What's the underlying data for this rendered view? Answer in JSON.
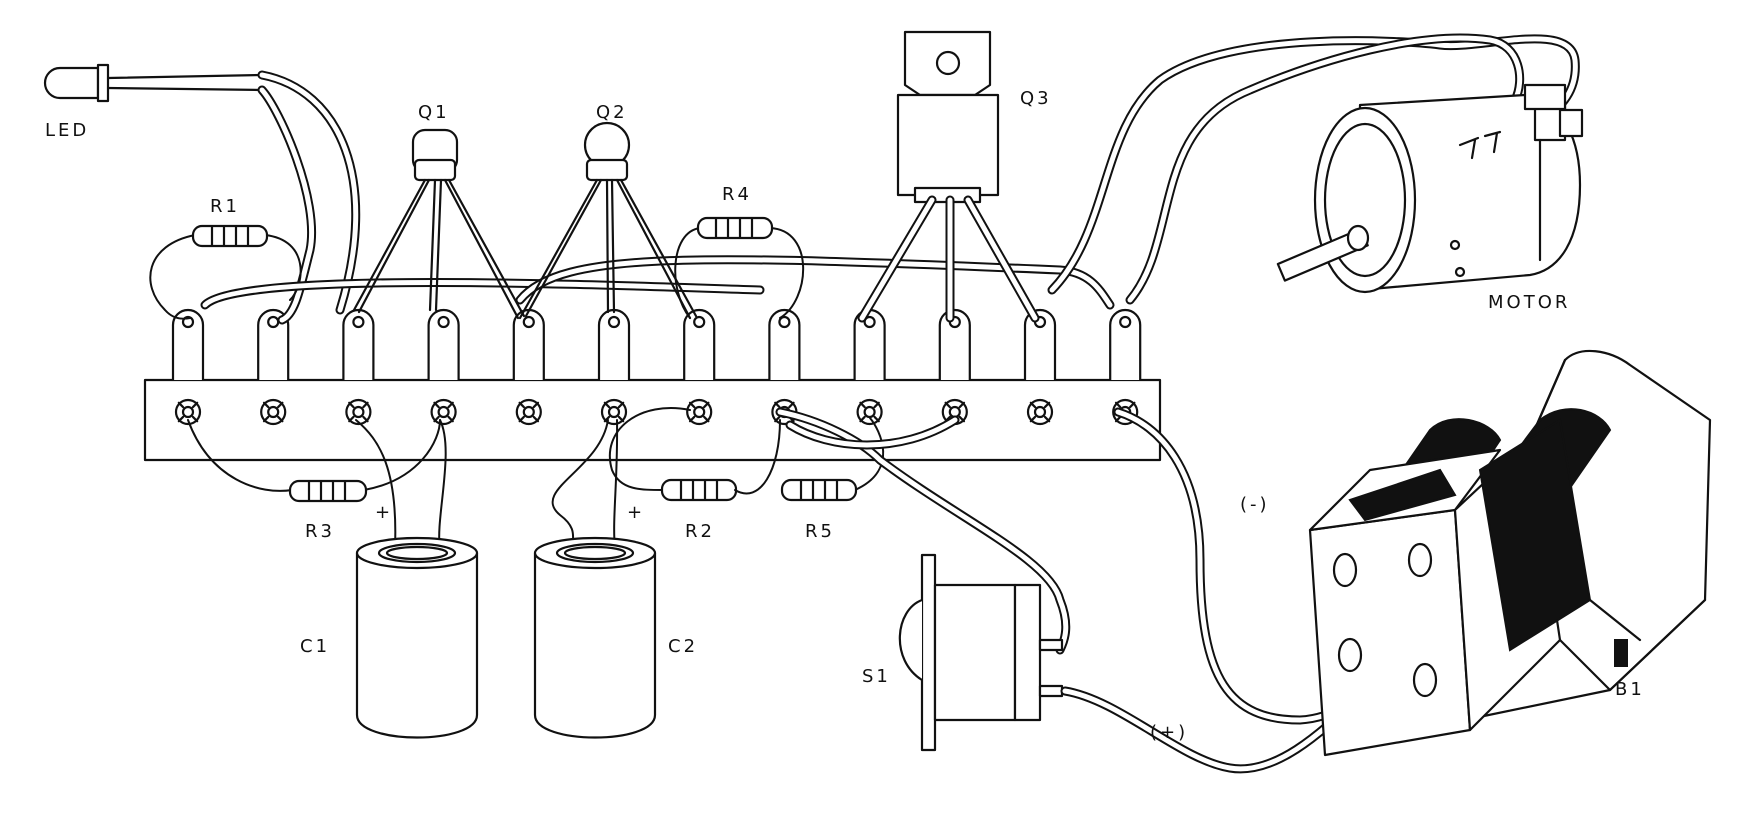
{
  "diagram": {
    "labels": {
      "led": "LED",
      "q1": "Q1",
      "q2": "Q2",
      "q3": "Q3",
      "r1": "R1",
      "r2": "R2",
      "r3": "R3",
      "r4": "R4",
      "r5": "R5",
      "c1": "C1",
      "c2": "C2",
      "s1": "S1",
      "b1": "B1",
      "motor": "MOTOR",
      "c1_plus": "+",
      "c2_plus": "+",
      "battery_neg": "(-)",
      "battery_pos": "(+)"
    },
    "terminal_strip_lugs": 12
  }
}
